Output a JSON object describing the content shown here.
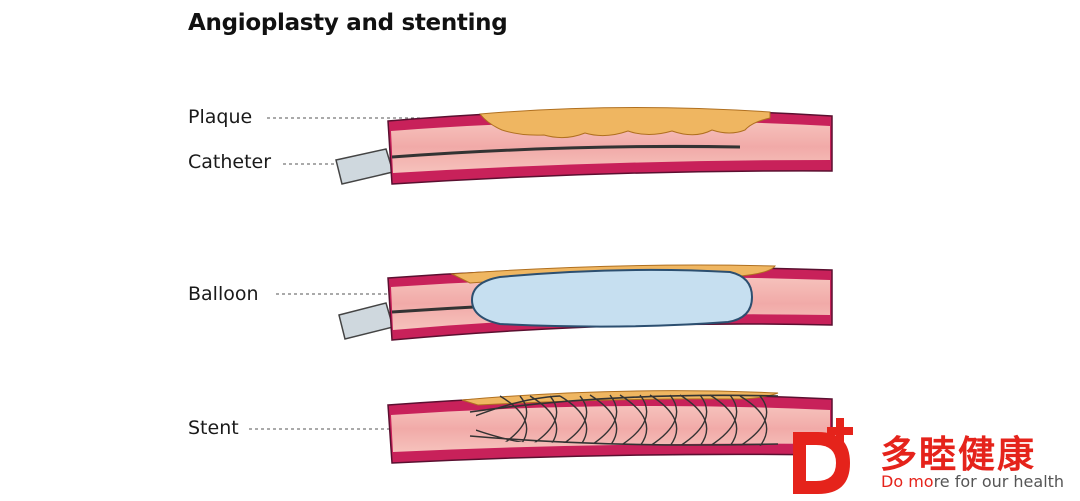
{
  "title": "Angioplasty and stenting",
  "labels": {
    "plaque": "Plaque",
    "catheter": "Catheter",
    "balloon": "Balloon",
    "stent": "Stent"
  },
  "logo": {
    "glyph": "D",
    "chinese": "多睦健康",
    "slogan_a": "Do mo",
    "slogan_b": "re for our health",
    "color": "#e5231b"
  },
  "colors": {
    "vessel_outer": "#c8215a",
    "vessel_inner": "#f2b3ae",
    "plaque": "#efb661",
    "balloon": "#c6dff0",
    "catheter": "#cfd8de"
  }
}
